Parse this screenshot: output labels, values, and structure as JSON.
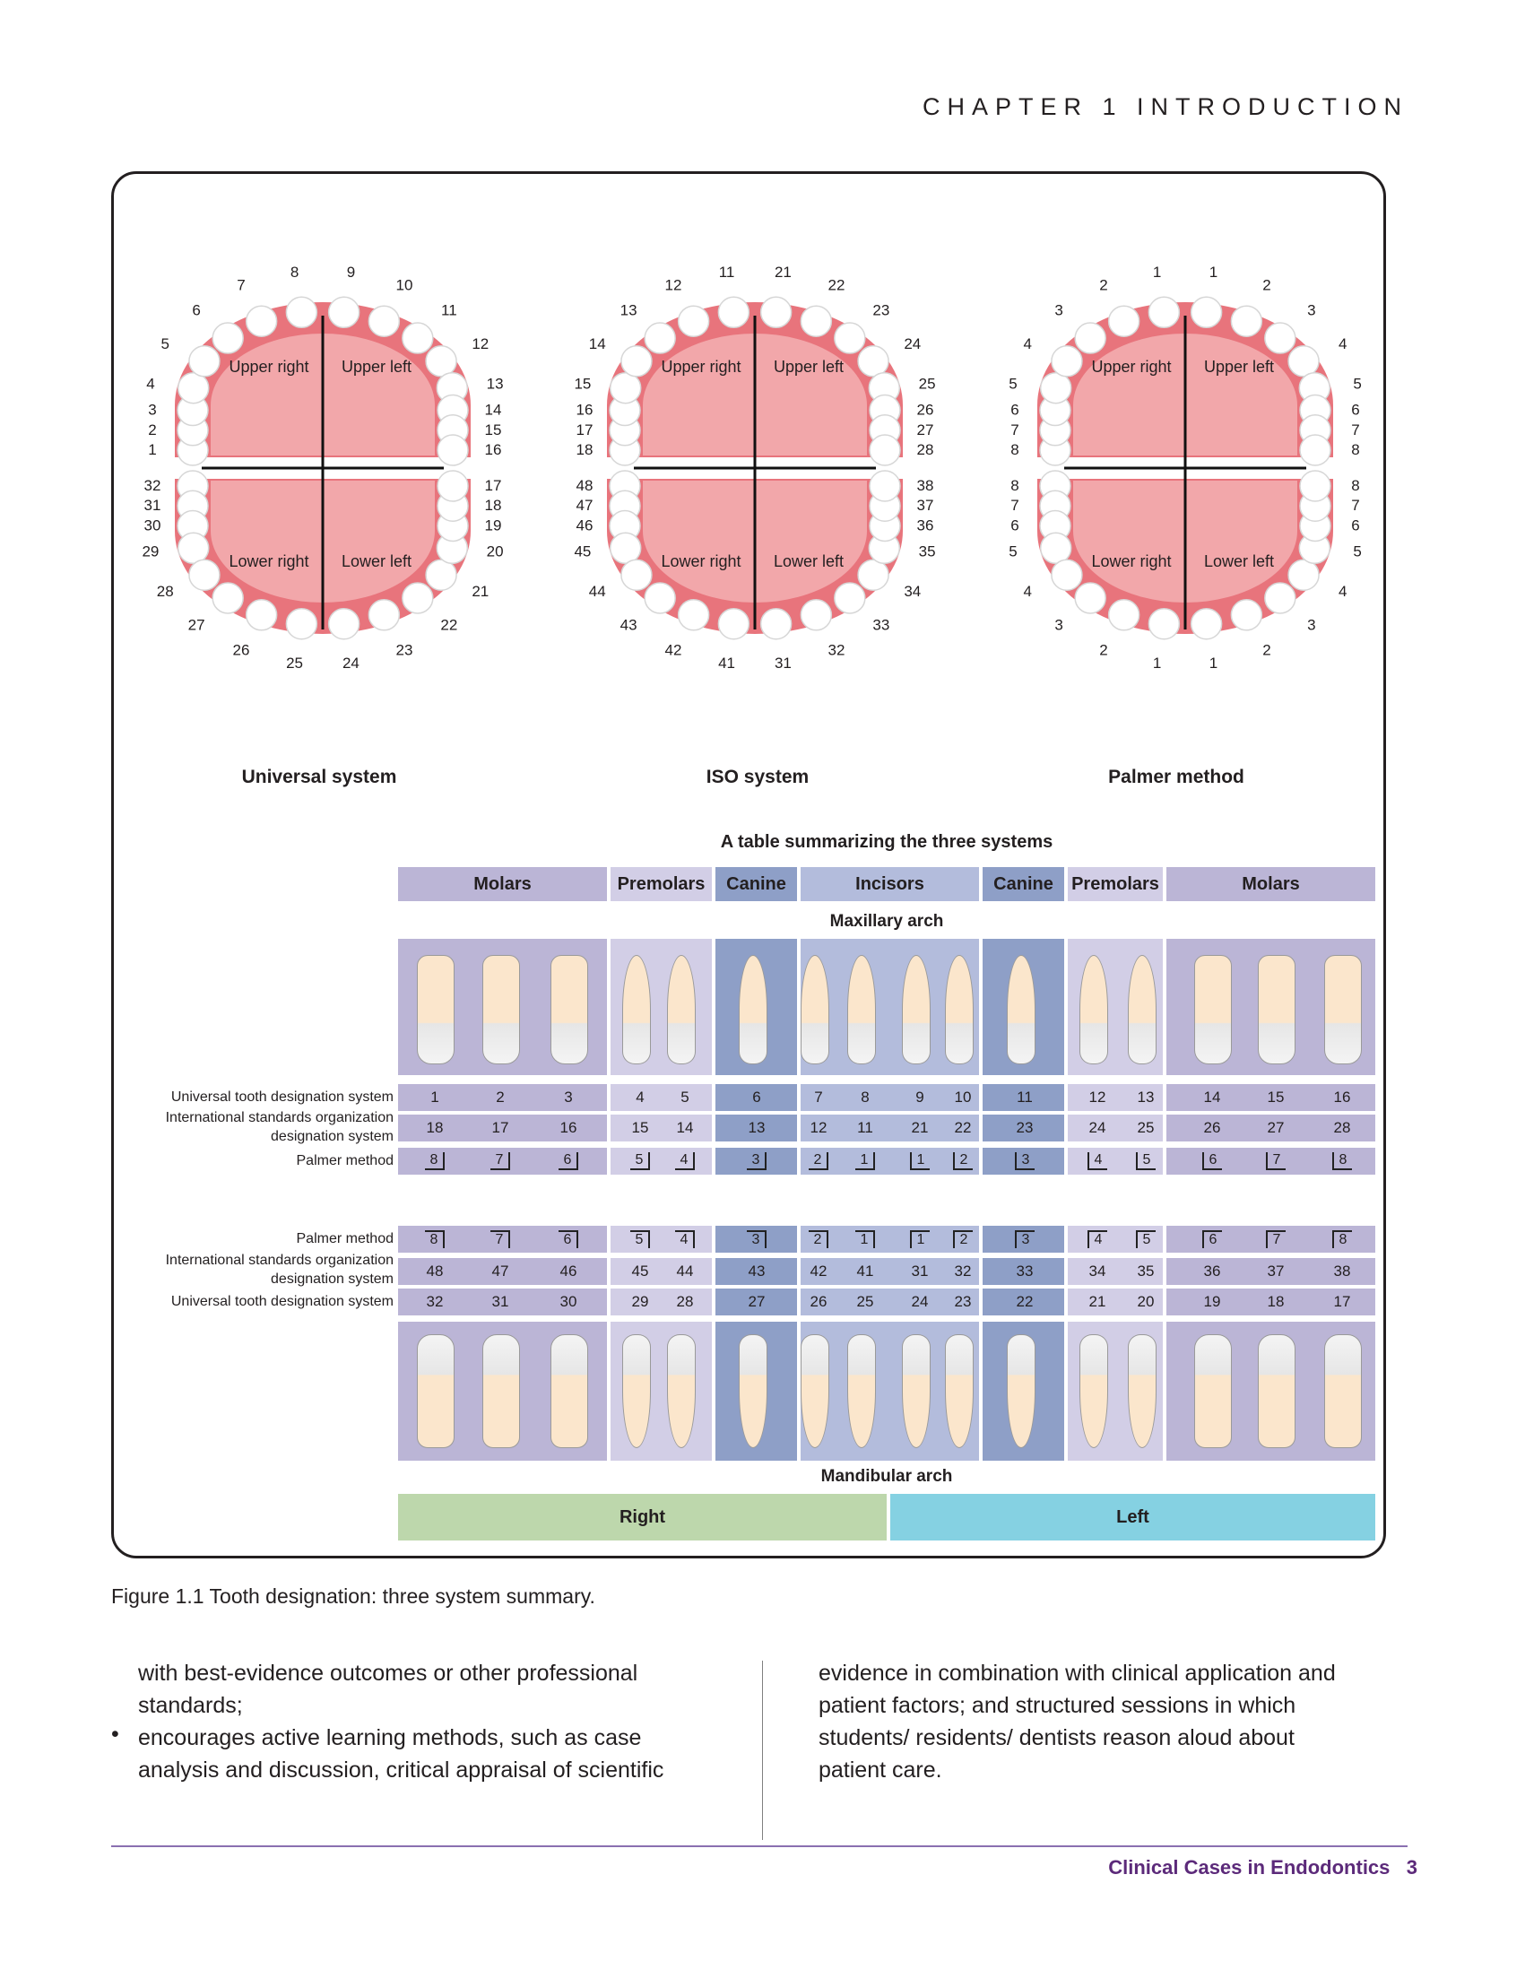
{
  "header": {
    "chapter": "CHAPTER 1   INTRODUCTION"
  },
  "figure": {
    "systems": [
      "Universal system",
      "ISO system",
      "Palmer method"
    ],
    "quadrants": {
      "ur": "Upper right",
      "ul": "Upper left",
      "lr": "Lower right",
      "ll": "Lower left"
    },
    "universal_upper": [
      "1",
      "2",
      "3",
      "4",
      "5",
      "6",
      "7",
      "8",
      "9",
      "10",
      "11",
      "12",
      "13",
      "14",
      "15",
      "16"
    ],
    "universal_lower": [
      "32",
      "31",
      "30",
      "29",
      "28",
      "27",
      "26",
      "25",
      "24",
      "23",
      "22",
      "21",
      "20",
      "19",
      "18",
      "17"
    ],
    "iso_upper": [
      "18",
      "17",
      "16",
      "15",
      "14",
      "13",
      "12",
      "11",
      "21",
      "22",
      "23",
      "24",
      "25",
      "26",
      "27",
      "28"
    ],
    "iso_lower": [
      "48",
      "47",
      "46",
      "45",
      "44",
      "43",
      "42",
      "41",
      "31",
      "32",
      "33",
      "34",
      "35",
      "36",
      "37",
      "38"
    ],
    "palmer_upper": [
      "8",
      "7",
      "6",
      "5",
      "4",
      "3",
      "2",
      "1",
      "1",
      "2",
      "3",
      "4",
      "5",
      "6",
      "7",
      "8"
    ],
    "palmer_lower": [
      "8",
      "7",
      "6",
      "5",
      "4",
      "3",
      "2",
      "1",
      "1",
      "2",
      "3",
      "4",
      "5",
      "6",
      "7",
      "8"
    ],
    "table_title": "A table summarizing the three systems",
    "groups": [
      "Molars",
      "Premolars",
      "Canine",
      "Incisors",
      "Canine",
      "Premolars",
      "Molars"
    ],
    "maxillary_label": "Maxillary arch",
    "mandibular_label": "Mandibular arch",
    "row_labels": {
      "universal": "Universal tooth designation system",
      "iso_line1": "International standards organization",
      "iso_line2": "designation system",
      "palmer": "Palmer method"
    },
    "max_universal": [
      "1",
      "2",
      "3",
      "4",
      "5",
      "6",
      "7",
      "8",
      "9",
      "10",
      "11",
      "12",
      "13",
      "14",
      "15",
      "16"
    ],
    "max_iso": [
      "18",
      "17",
      "16",
      "15",
      "14",
      "13",
      "12",
      "11",
      "21",
      "22",
      "23",
      "24",
      "25",
      "26",
      "27",
      "28"
    ],
    "max_palmer": [
      "8",
      "7",
      "6",
      "5",
      "4",
      "3",
      "2",
      "1",
      "1",
      "2",
      "3",
      "4",
      "5",
      "6",
      "7",
      "8"
    ],
    "mand_palmer": [
      "8",
      "7",
      "6",
      "5",
      "4",
      "3",
      "2",
      "1",
      "1",
      "2",
      "3",
      "4",
      "5",
      "6",
      "7",
      "8"
    ],
    "mand_iso": [
      "48",
      "47",
      "46",
      "45",
      "44",
      "43",
      "42",
      "41",
      "31",
      "32",
      "33",
      "34",
      "35",
      "36",
      "37",
      "38"
    ],
    "mand_universal": [
      "32",
      "31",
      "30",
      "29",
      "28",
      "27",
      "26",
      "25",
      "24",
      "23",
      "22",
      "21",
      "20",
      "19",
      "18",
      "17"
    ],
    "side_right": "Right",
    "side_left": "Left",
    "caption": "Figure 1.1 Tooth designation: three system summary."
  },
  "body": {
    "left_lines": [
      "with best-evidence outcomes or other professional",
      "standards;",
      "encourages active learning methods, such as case",
      "analysis and discussion, critical appraisal of scientific"
    ],
    "bullet": "•",
    "right_lines": [
      "evidence in combination with clinical application and",
      "patient factors; and structured sessions in which",
      "students/ residents/ dentists reason aloud about",
      "patient care."
    ]
  },
  "footer": {
    "book": "Clinical Cases in Endodontics",
    "page": "3"
  },
  "colors": {
    "molar": "#bbb5d6",
    "premolar": "#d2cee6",
    "canine": "#8e9fc7",
    "incisor": "#b3bcdc",
    "right": "#bdd7ac",
    "left": "#85d1e2",
    "gum": "#e8747c",
    "palate": "#f2a7aa"
  }
}
